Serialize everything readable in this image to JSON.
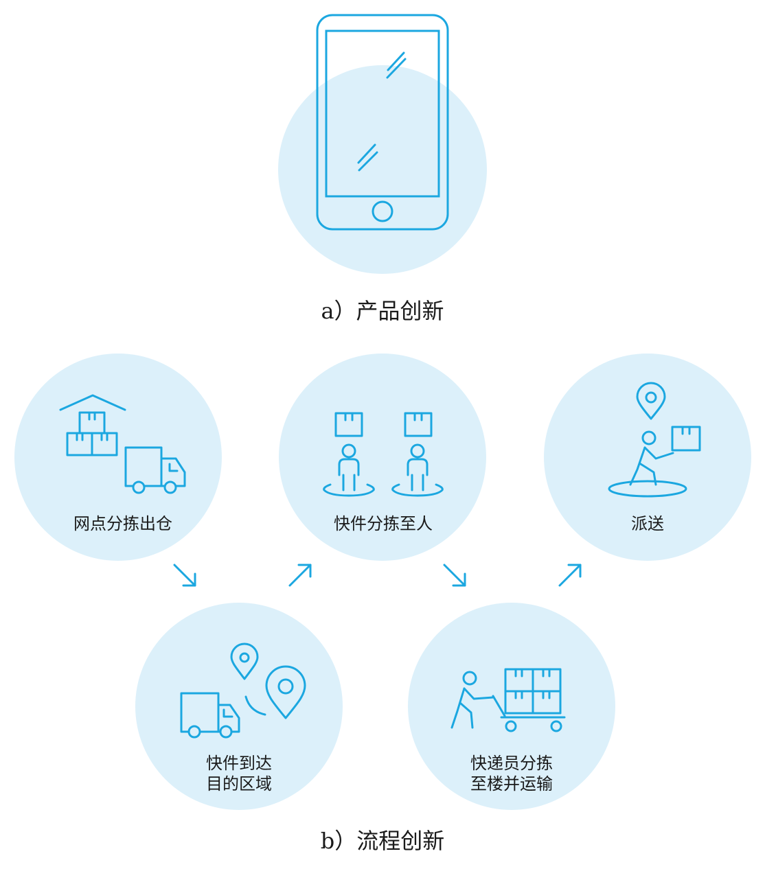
{
  "captions": {
    "part_a": "a）产品创新",
    "part_b": "b）流程创新"
  },
  "steps": [
    {
      "lines": [
        "网点分拣出仓"
      ]
    },
    {
      "lines": [
        "快件到达",
        "目的区域"
      ]
    },
    {
      "lines": [
        "快件分拣至人"
      ]
    },
    {
      "lines": [
        "快递员分拣",
        "至楼并运输"
      ]
    },
    {
      "lines": [
        "派送"
      ]
    }
  ],
  "colors": {
    "circle_fill": "#dcf0fa",
    "icon_stroke": "#1ba7e0",
    "text": "#1a1a1a"
  },
  "icons": [
    "smartphone-icon",
    "warehouse-truck-icon",
    "truck-location-icon",
    "workers-parcels-icon",
    "courier-cart-icon",
    "delivery-person-icon",
    "arrow-icon"
  ]
}
